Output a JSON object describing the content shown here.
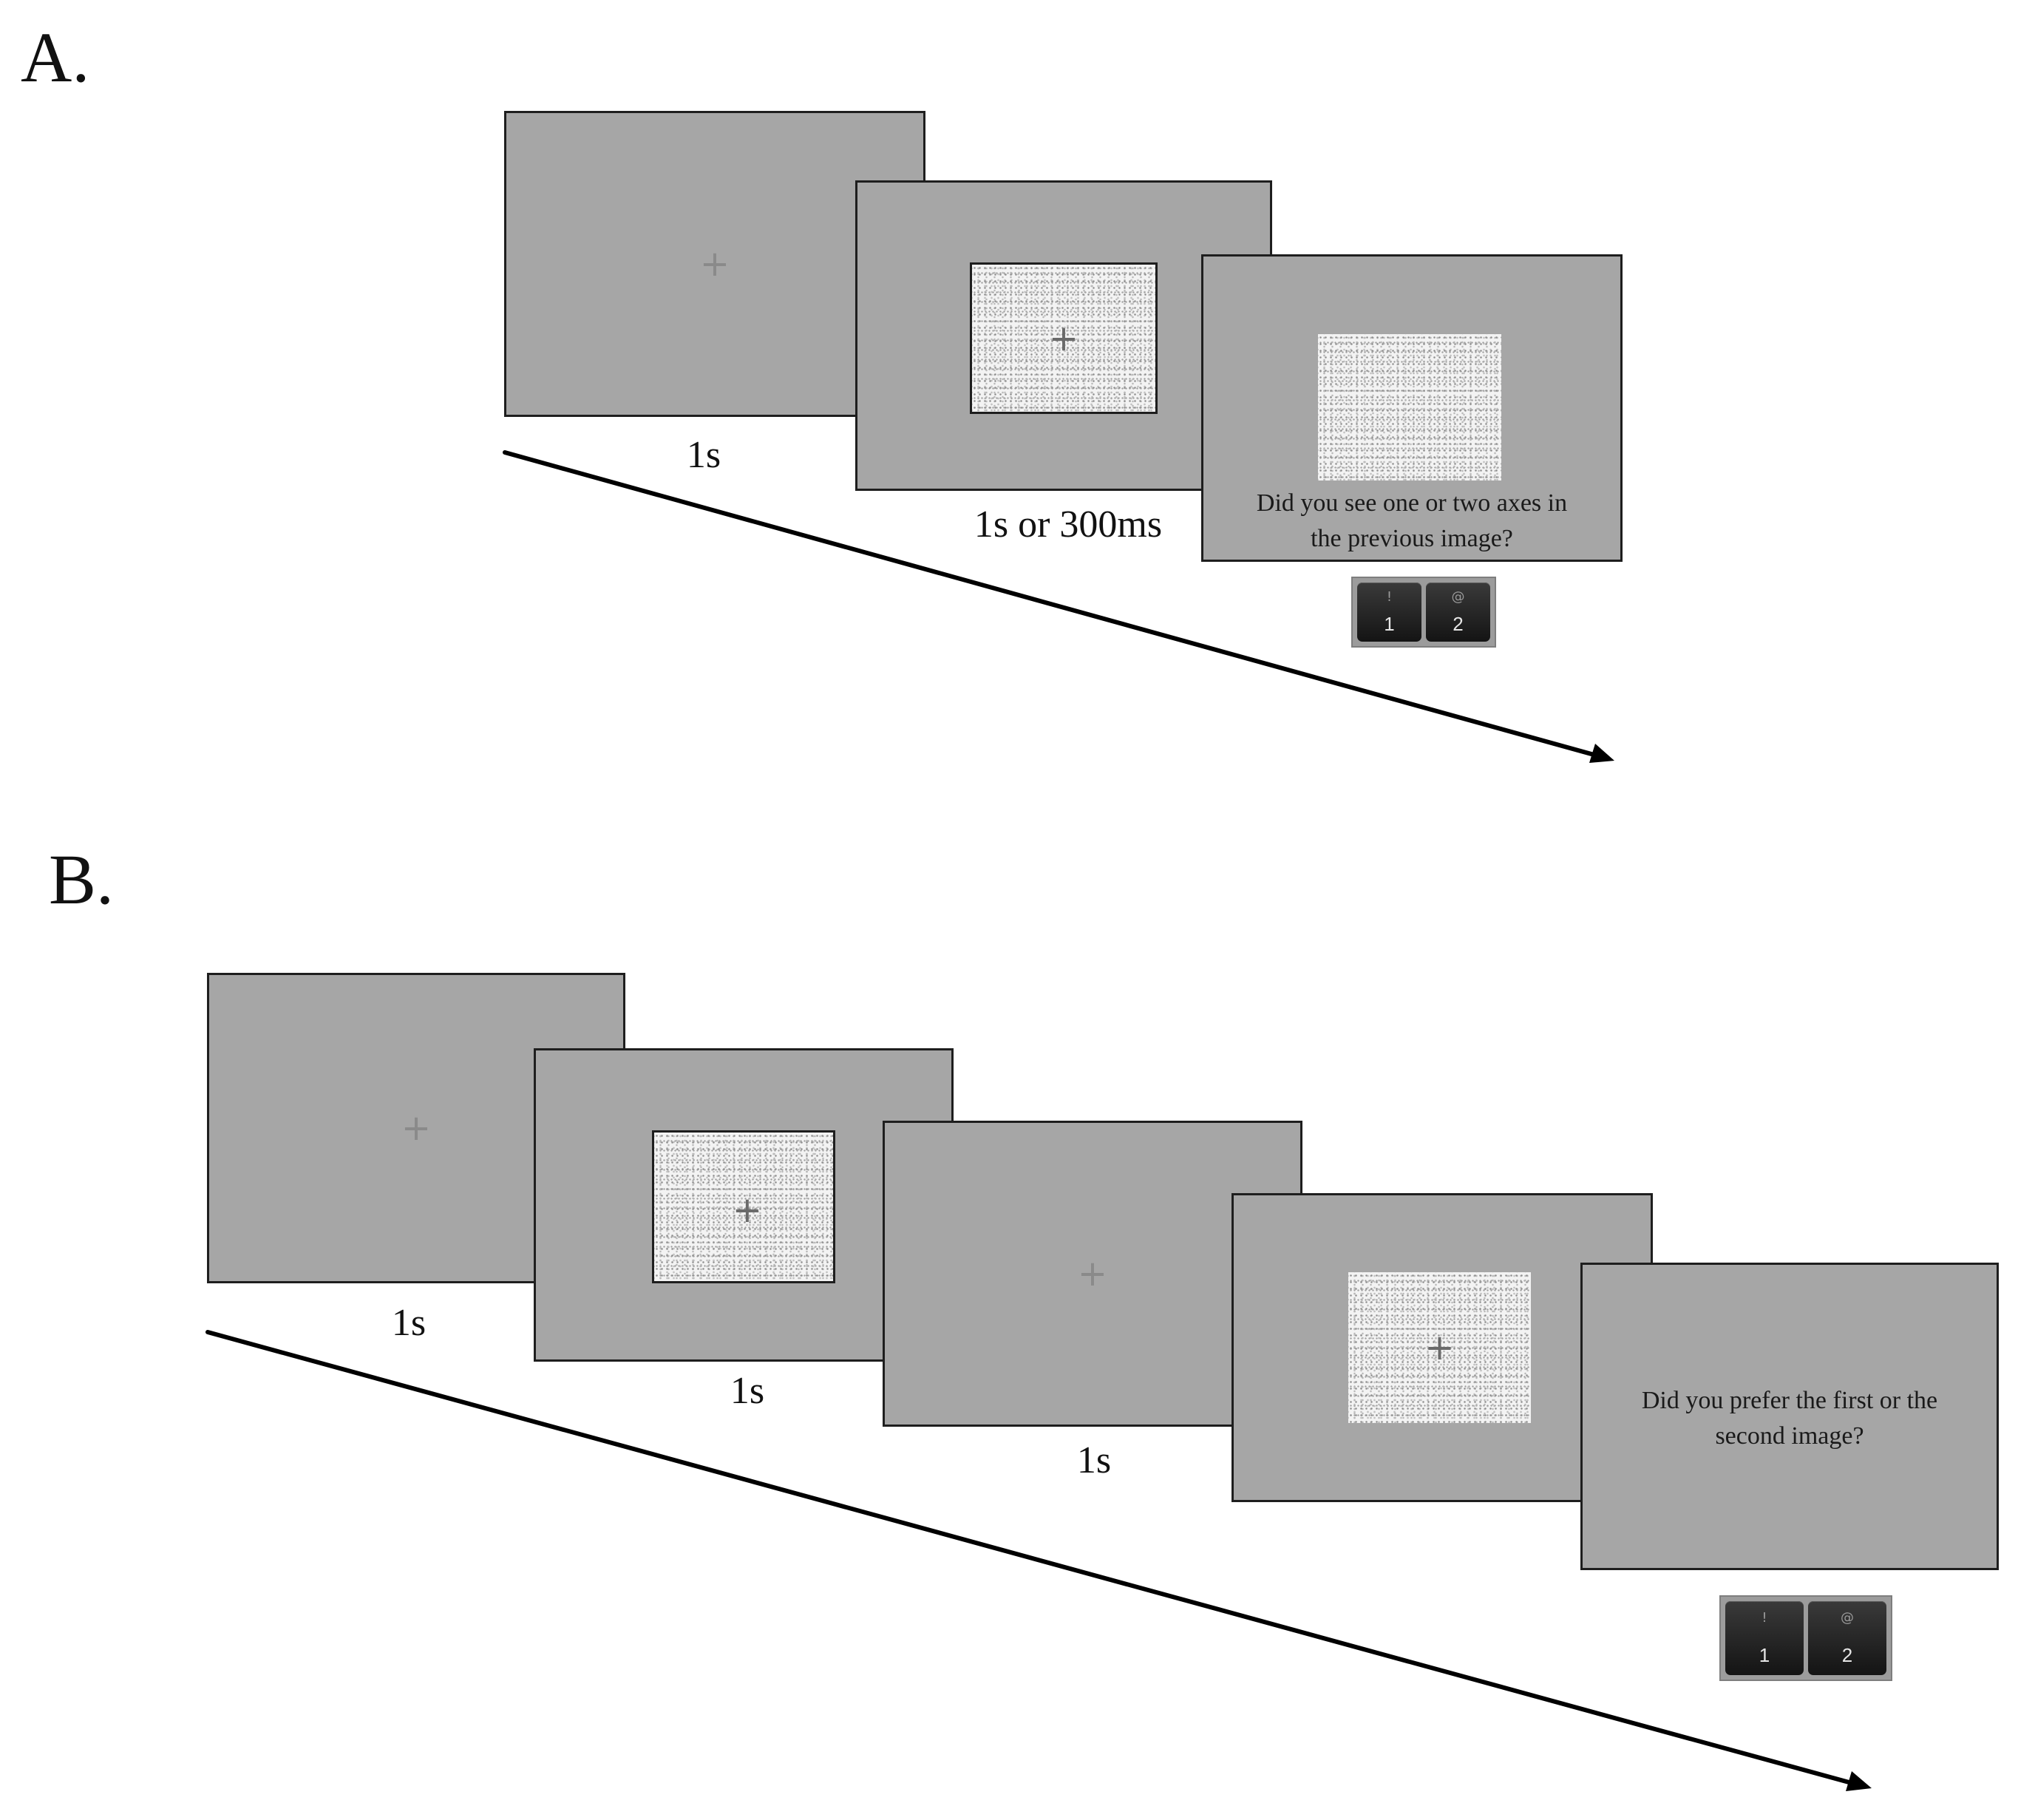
{
  "panel_a": {
    "label": "A.",
    "fixation_symbol": "+",
    "durations": [
      "1s",
      "1s or 300ms"
    ],
    "question": "Did you see one or two axes in the previous image?",
    "keys": [
      {
        "symbol": "!",
        "number": "1"
      },
      {
        "symbol": "@",
        "number": "2"
      }
    ]
  },
  "panel_b": {
    "label": "B.",
    "fixation_symbol": "+",
    "durations": [
      "1s",
      "1s",
      "1s"
    ],
    "question": "Did you prefer the first or the second image?",
    "keys": [
      {
        "symbol": "!",
        "number": "1"
      },
      {
        "symbol": "@",
        "number": "2"
      }
    ]
  },
  "colors": {
    "screen_gray": "#a6a6a6",
    "noise_background": "#f3f3f3",
    "arrow": "#000000"
  }
}
